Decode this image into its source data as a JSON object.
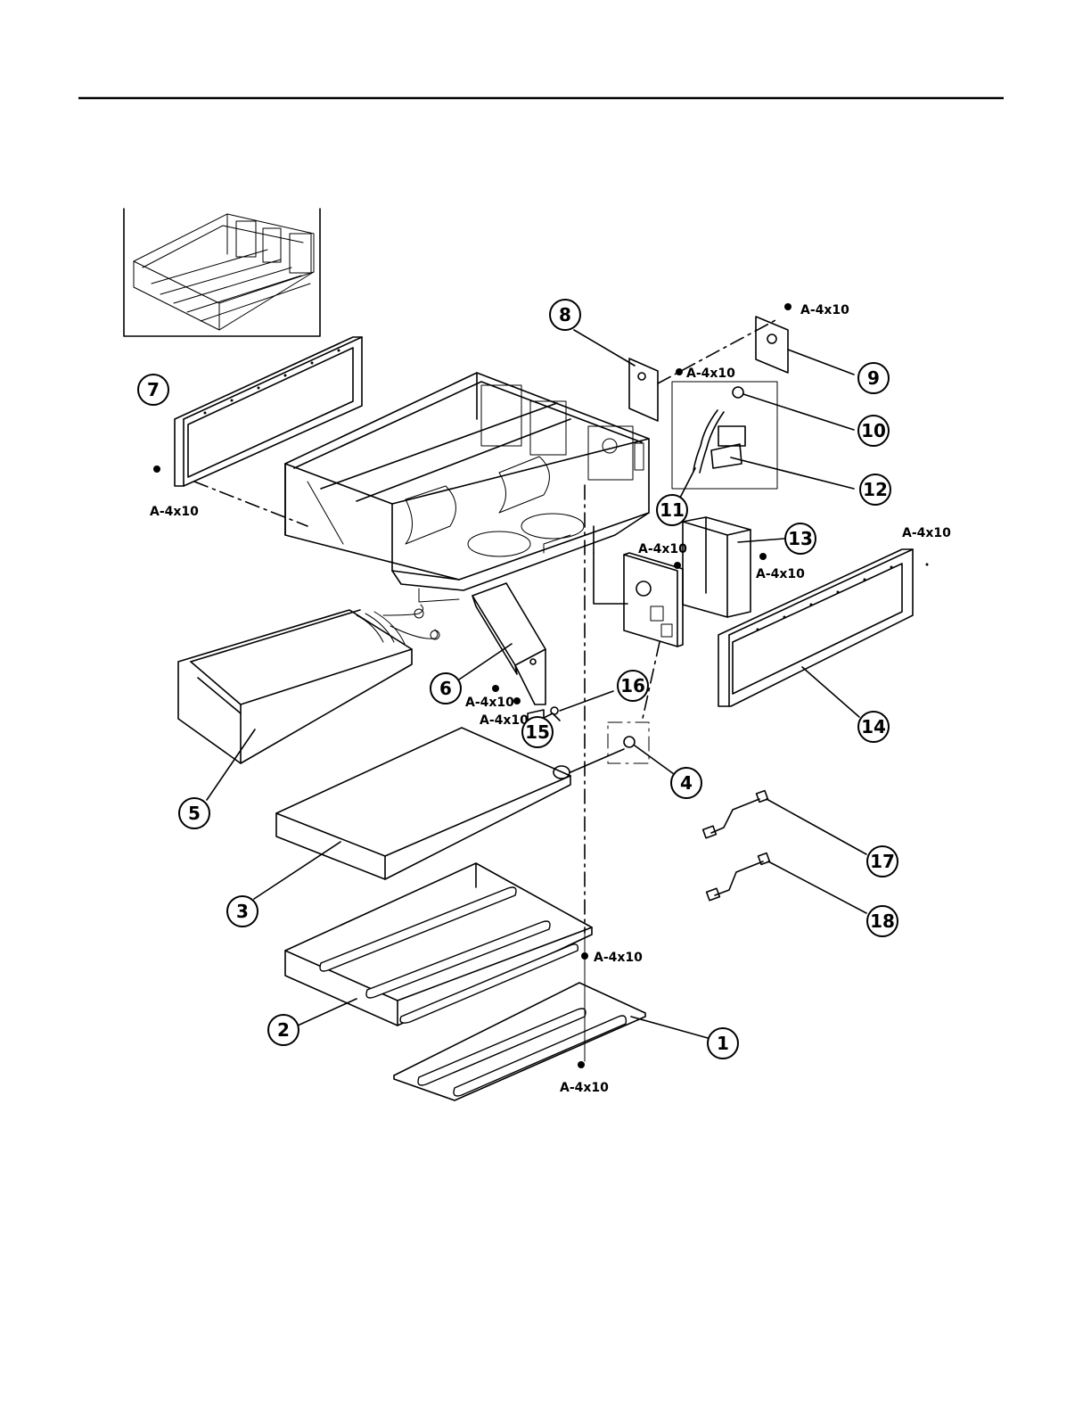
{
  "parts": [
    {
      "id": "part-1",
      "label": "1"
    },
    {
      "id": "part-2",
      "label": "2"
    },
    {
      "id": "part-3",
      "label": "3"
    },
    {
      "id": "part-4",
      "label": "4"
    },
    {
      "id": "part-5",
      "label": "5"
    },
    {
      "id": "part-6",
      "label": "6"
    },
    {
      "id": "part-7",
      "label": "7"
    },
    {
      "id": "part-8",
      "label": "8"
    },
    {
      "id": "part-9",
      "label": "9"
    },
    {
      "id": "part-10",
      "label": "10"
    },
    {
      "id": "part-11",
      "label": "11"
    },
    {
      "id": "part-12",
      "label": "12"
    },
    {
      "id": "part-13",
      "label": "13"
    },
    {
      "id": "part-14",
      "label": "14"
    },
    {
      "id": "part-15",
      "label": "15"
    },
    {
      "id": "part-16",
      "label": "16"
    },
    {
      "id": "part-17",
      "label": "17"
    },
    {
      "id": "part-18",
      "label": "18"
    }
  ],
  "screws": [
    {
      "id": "screw-a",
      "label": "A-4x10"
    },
    {
      "id": "screw-b",
      "label": "A-4x10"
    },
    {
      "id": "screw-c",
      "label": "A-4x10"
    },
    {
      "id": "screw-d",
      "label": "A-4x10"
    },
    {
      "id": "screw-e",
      "label": "A-4x10"
    },
    {
      "id": "screw-f",
      "label": "A-4x10"
    },
    {
      "id": "screw-g",
      "label": "A-4x10"
    },
    {
      "id": "screw-h",
      "label": "A-4x10"
    },
    {
      "id": "screw-i",
      "label": "A-4x10"
    },
    {
      "id": "screw-j",
      "label": "A-4x10"
    }
  ]
}
